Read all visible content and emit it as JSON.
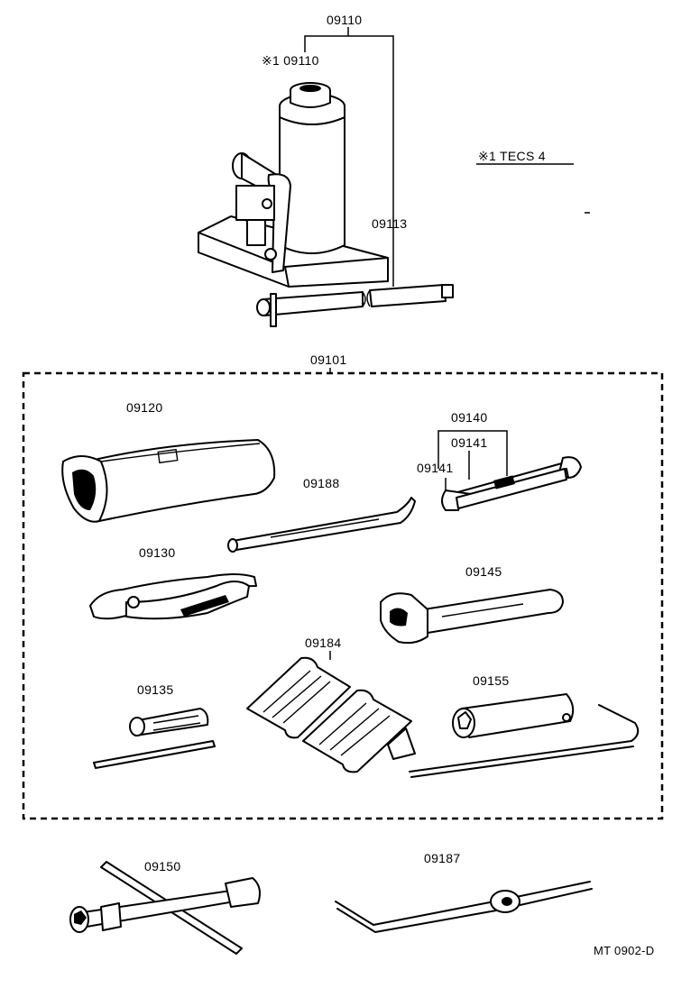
{
  "labels": {
    "jack_assembly": "09110",
    "jack_sub": "※1 09110",
    "jack_handle": "09113",
    "note": "※1 TECS 4",
    "tool_set": "09101",
    "tool_bag": "09120",
    "wrench_set": "09140",
    "wrench_a": "09141",
    "wrench_b": "09141",
    "tire_lever": "09188",
    "pliers": "09130",
    "adjustable_wrench": "09145",
    "wheel_chock": "09184",
    "screwdriver": "09135",
    "jack_handle_ext": "09155",
    "lug_wrench": "09150",
    "crank_handle": "09187",
    "figure_code": "MT 0902-D"
  }
}
